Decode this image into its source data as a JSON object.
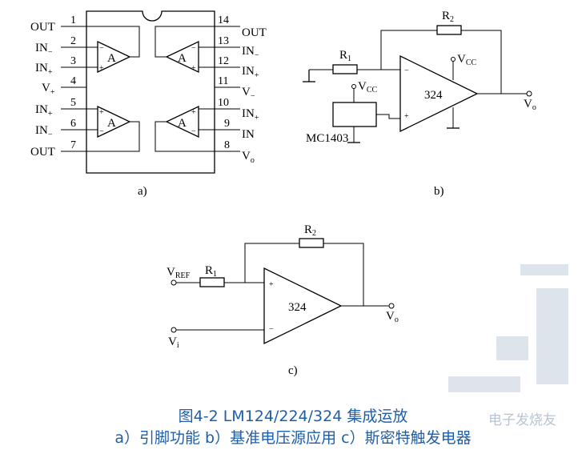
{
  "ic_pinout": {
    "left_pins": [
      {
        "num": "1",
        "label": "OUT"
      },
      {
        "num": "2",
        "label": "IN",
        "sub": "−"
      },
      {
        "num": "3",
        "label": "IN",
        "sub": "+"
      },
      {
        "num": "4",
        "label": "V",
        "sub": "+"
      },
      {
        "num": "5",
        "label": "IN",
        "sub": "+"
      },
      {
        "num": "6",
        "label": "IN",
        "sub": "−"
      },
      {
        "num": "7",
        "label": "OUT"
      }
    ],
    "right_pins": [
      {
        "num": "14",
        "label": "OUT"
      },
      {
        "num": "13",
        "label": "IN",
        "sub": "−"
      },
      {
        "num": "12",
        "label": "IN",
        "sub": "+"
      },
      {
        "num": "11",
        "label": "V",
        "sub": "−"
      },
      {
        "num": "10",
        "label": "IN",
        "sub": "+"
      },
      {
        "num": "9",
        "label": "IN",
        "sub": ""
      },
      {
        "num": "8",
        "label": "V",
        "sub": "o"
      }
    ],
    "amp_label": "A",
    "minus": "−",
    "plus": "+",
    "caption": "a)"
  },
  "ref_circuit": {
    "r1": "R",
    "r1_sub": "1",
    "r2": "R",
    "r2_sub": "2",
    "vcc": "V",
    "vcc_sub": "CC",
    "vcc2": "V",
    "vcc2_sub": "CC",
    "chip": "324",
    "ref_ic": "MC1403",
    "out": "V",
    "out_sub": "o",
    "minus": "−",
    "plus": "+",
    "caption": "b)"
  },
  "schmitt_circuit": {
    "vref": "V",
    "vref_sub": "REF",
    "r1": "R",
    "r1_sub": "1",
    "r2": "R",
    "r2_sub": "2",
    "chip": "324",
    "vi": "V",
    "vi_sub": "i",
    "out": "V",
    "out_sub": "o",
    "minus": "−",
    "plus": "+",
    "caption": "c)"
  },
  "figure_caption": "图4-2 LM124/224/324 集成运放",
  "figure_subcaption": "a）引脚功能 b）基准电压源应用 c）斯密特触发电器",
  "watermark": "电子发烧友",
  "colors": {
    "caption": "#1f5ea8",
    "line": "#000000"
  }
}
